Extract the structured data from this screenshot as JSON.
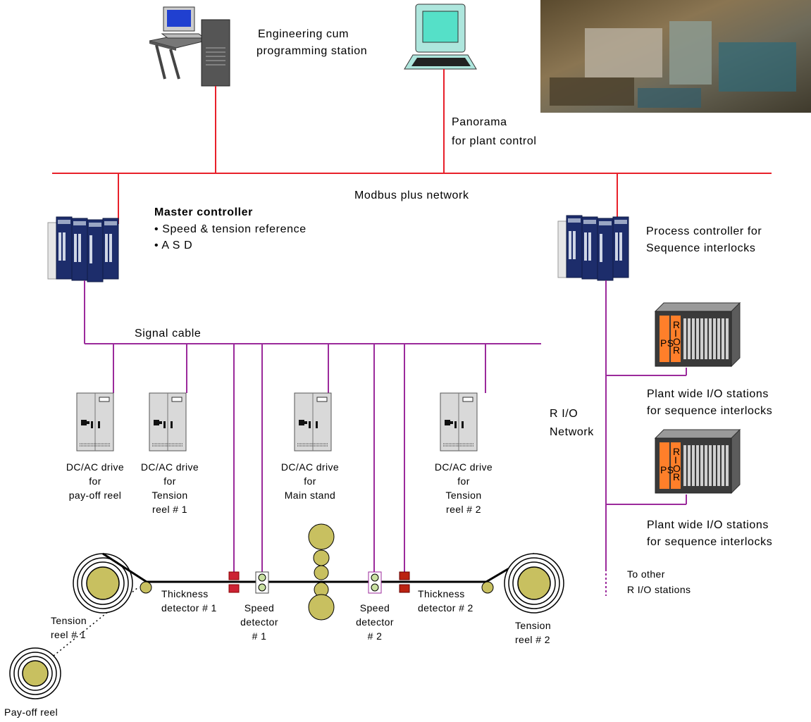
{
  "stations": {
    "engineering_line1": "Engineering cum",
    "engineering_line2": "programming station",
    "panorama_line1": "Panorama",
    "panorama_line2": "for plant control"
  },
  "network": {
    "modbus_label": "Modbus plus network",
    "signal_cable_label": "Signal cable",
    "rio_line1": "R I/O",
    "rio_line2": "Network",
    "to_other_line1": "To other",
    "to_other_line2": "R I/O stations"
  },
  "master_controller": {
    "title": "Master controller",
    "item1": "• Speed & tension reference",
    "item2": "• A S D"
  },
  "process_controller": {
    "line1": "Process controller for",
    "line2": "Sequence interlocks"
  },
  "io_stations": [
    {
      "line1": "Plant wide I/O stations",
      "line2": "for sequence interlocks",
      "ps": "PS",
      "rio": [
        "R",
        "I",
        "O",
        "R"
      ]
    },
    {
      "line1": "Plant wide I/O stations",
      "line2": "for sequence interlocks",
      "ps": "PS",
      "rio": [
        "R",
        "I",
        "O",
        "R"
      ]
    }
  ],
  "drives": [
    {
      "line1": "DC/AC drive",
      "line2": "for",
      "line3": "pay-off reel",
      "line4": ""
    },
    {
      "line1": "DC/AC drive",
      "line2": "for",
      "line3": "Tension",
      "line4": "reel # 1"
    },
    {
      "line1": "DC/AC drive",
      "line2": "for",
      "line3": "Main stand",
      "line4": ""
    },
    {
      "line1": "DC/AC drive",
      "line2": "for",
      "line3": "Tension",
      "line4": "reel  # 2"
    }
  ],
  "process_line": {
    "thickness1_line1": "Thickness",
    "thickness1_line2": "detector # 1",
    "speed1_line1": "Speed",
    "speed1_line2": "detector",
    "speed1_line3": "# 1",
    "speed2_line1": "Speed",
    "speed2_line2": "detector",
    "speed2_line3": "# 2",
    "thickness2_line1": "Thickness",
    "thickness2_line2": "detector # 2",
    "tension1_line1": "Tension",
    "tension1_line2": "reel # 1",
    "tension2_line1": "Tension",
    "tension2_line2": "reel # 2",
    "payoff_label": "Pay-off reel"
  },
  "colors": {
    "modbus_line": "#e8202a",
    "signal_cable": "#9b2a9b",
    "reel_fill": "#c8c060",
    "io_orange": "#ff7f2a"
  }
}
